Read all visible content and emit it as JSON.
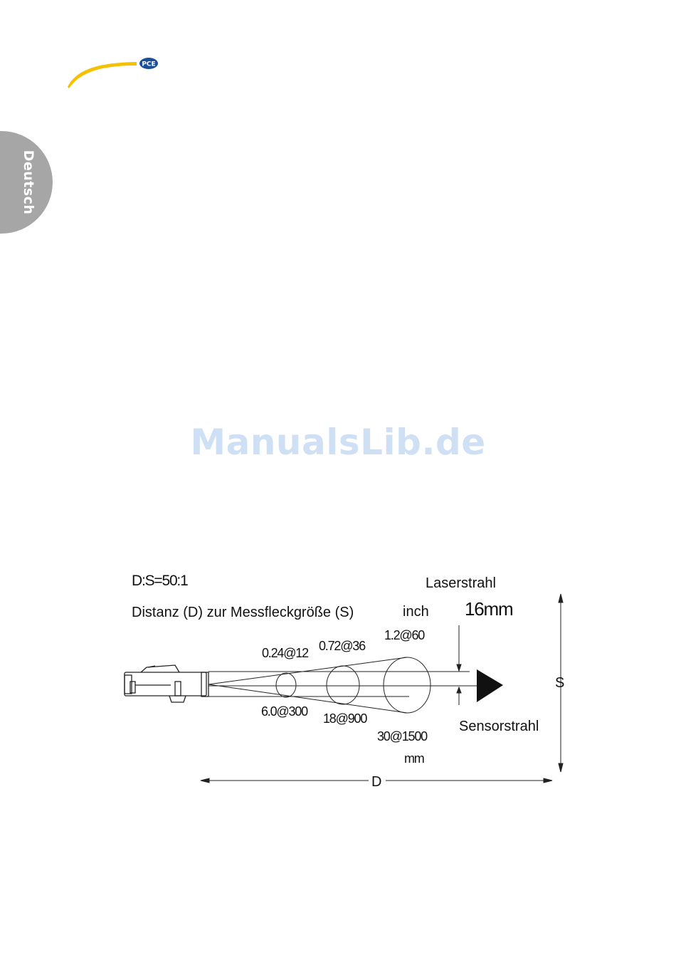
{
  "header": {
    "logo_text": "PCE",
    "brand_color": "#f5c000",
    "badge_color": "#1a4f9c",
    "language_tab": "Deutsch",
    "tab_color": "#a6a6a6"
  },
  "watermark": "ManualsLib.de",
  "diagram": {
    "ratio": "D:S=50:1",
    "subtitle": "Distanz (D) zur Messfleckgröße (S)",
    "laser_label": "Laserstrahl",
    "sensor_label": "Sensorstrahl",
    "inch_unit": "inch",
    "mm_unit": "mm",
    "spot_offset": "16mm",
    "d_label": "D",
    "s_label": "S",
    "spots_inch": [
      "0.24@12",
      "0.72@36",
      "1.2@60"
    ],
    "spots_mm": [
      "6.0@300",
      "18@900",
      "30@1500"
    ]
  }
}
